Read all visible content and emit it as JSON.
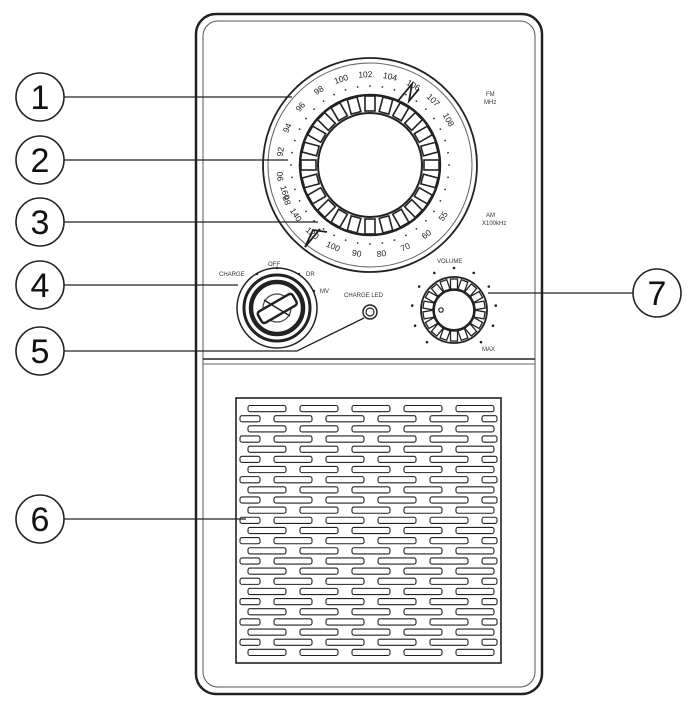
{
  "callouts": [
    {
      "id": "callout-1",
      "number": "1"
    },
    {
      "id": "callout-2",
      "number": "2"
    },
    {
      "id": "callout-3",
      "number": "3"
    },
    {
      "id": "callout-4",
      "number": "4"
    },
    {
      "id": "callout-5",
      "number": "5"
    },
    {
      "id": "callout-6",
      "number": "6"
    },
    {
      "id": "callout-7",
      "number": "7"
    }
  ],
  "tuning_dial": {
    "fm_label": "FM",
    "fm_unit": "MHz",
    "am_label": "AM",
    "am_unit": "X100kHz",
    "fm_scale": [
      "88",
      "90",
      "92",
      "94",
      "96",
      "98",
      "100",
      "102",
      "104",
      "106",
      "107",
      "108"
    ],
    "am_scale": [
      "160",
      "140",
      "120",
      "100",
      "90",
      "80",
      "70",
      "60",
      "55"
    ]
  },
  "mode_switch": {
    "off_label": "OFF",
    "charge_label": "CHARGE",
    "dr_label": "DR",
    "mv_label": "MV"
  },
  "charge_led": {
    "label": "CHARGE LED"
  },
  "volume": {
    "label": "VOLUME",
    "max_label": "MAX"
  }
}
